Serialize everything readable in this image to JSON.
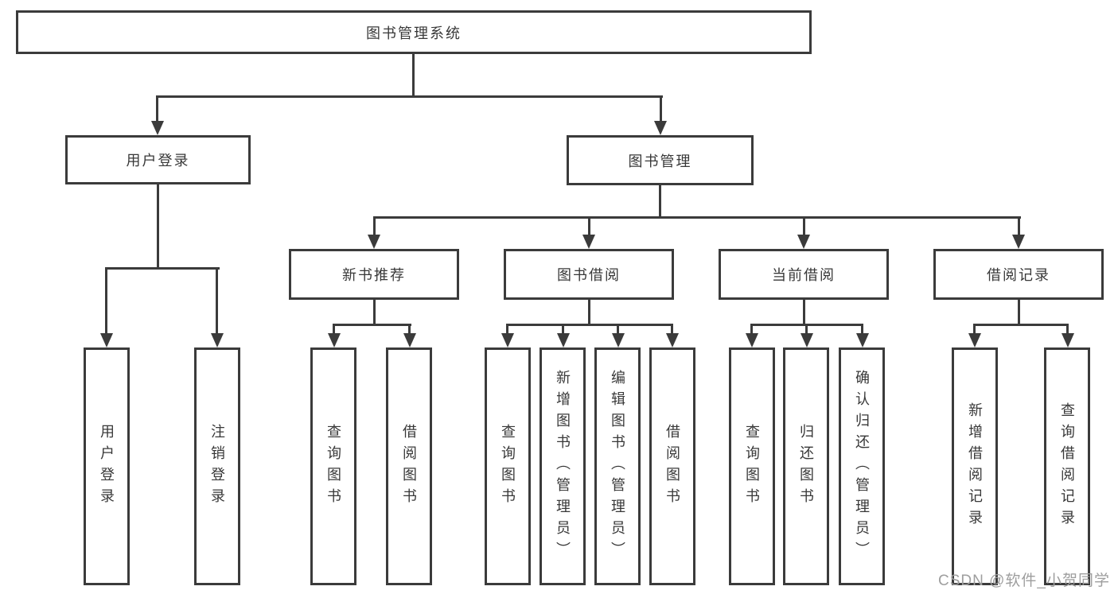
{
  "tree": {
    "root": "图书管理系统",
    "branches": [
      {
        "label": "用户登录",
        "children": [
          "用户登录",
          "注销登录"
        ]
      },
      {
        "label": "图书管理",
        "groups": [
          {
            "label": "新书推荐",
            "children": [
              "查询图书",
              "借阅图书"
            ]
          },
          {
            "label": "图书借阅",
            "children": [
              "查询图书",
              "新增图书（管理员）",
              "编辑图书（管理员）",
              "借阅图书"
            ]
          },
          {
            "label": "当前借阅",
            "children": [
              "查询图书",
              "归还图书",
              "确认归还（管理员）"
            ]
          },
          {
            "label": "借阅记录",
            "children": [
              "新增借阅记录",
              "查询借阅记录"
            ]
          }
        ]
      }
    ]
  },
  "watermark": "CSDN @软件_小贺同学",
  "colors": {
    "line": "#3b3b3b",
    "text": "#383838",
    "watermark": "#9e9e9e",
    "background": "#ffffff"
  }
}
